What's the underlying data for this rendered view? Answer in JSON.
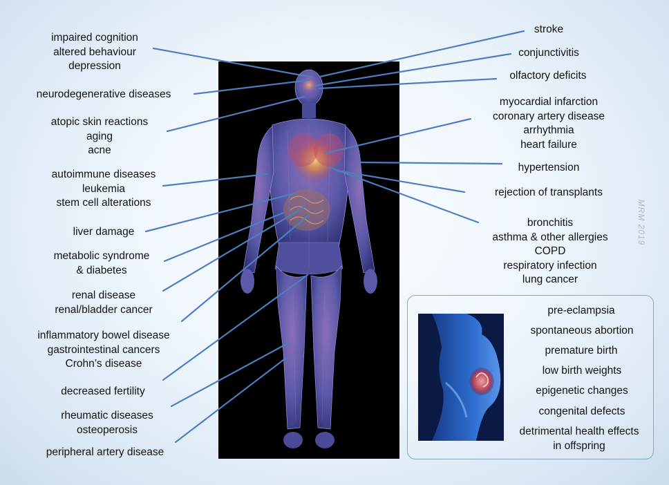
{
  "left_labels": [
    {
      "id": "cognition",
      "lines": [
        "impaired cognition",
        "altered behaviour",
        "depression"
      ]
    },
    {
      "id": "neurodegenerative",
      "lines": [
        "neurodegenerative diseases"
      ]
    },
    {
      "id": "skin",
      "lines": [
        "atopic skin reactions",
        "aging",
        "acne"
      ]
    },
    {
      "id": "autoimmune",
      "lines": [
        "autoimmune diseases",
        "leukemia",
        "stem cell alterations"
      ]
    },
    {
      "id": "liver",
      "lines": [
        "liver damage"
      ]
    },
    {
      "id": "metabolic",
      "lines": [
        "metabolic syndrome",
        "& diabetes"
      ]
    },
    {
      "id": "renal",
      "lines": [
        "renal disease",
        "renal/bladder cancer"
      ]
    },
    {
      "id": "bowel",
      "lines": [
        "inflammatory bowel disease",
        "gastrointestinal cancers",
        "Crohn’s disease"
      ]
    },
    {
      "id": "fertility",
      "lines": [
        "decreased fertility"
      ]
    },
    {
      "id": "rheumatic",
      "lines": [
        "rheumatic diseases",
        "osteoperosis"
      ]
    },
    {
      "id": "peripheral",
      "lines": [
        "peripheral artery disease"
      ]
    }
  ],
  "right_labels": [
    {
      "id": "stroke",
      "lines": [
        "stroke"
      ]
    },
    {
      "id": "conjunctivitis",
      "lines": [
        "conjunctivitis"
      ]
    },
    {
      "id": "olfactory",
      "lines": [
        "olfactory deficits"
      ]
    },
    {
      "id": "cardiac",
      "lines": [
        "myocardial infarction",
        "coronary artery disease",
        "arrhythmia",
        "heart failure"
      ]
    },
    {
      "id": "hypertension",
      "lines": [
        "hypertension"
      ]
    },
    {
      "id": "transplant",
      "lines": [
        "rejection of transplants"
      ]
    },
    {
      "id": "respiratory",
      "lines": [
        "bronchitis",
        "asthma & other allergies",
        "COPD",
        "respiratory infection",
        "lung cancer"
      ]
    }
  ],
  "pregnancy_labels": [
    {
      "id": "eclampsia",
      "lines": [
        "pre-eclampsia"
      ]
    },
    {
      "id": "abortion",
      "lines": [
        "spontaneous abortion"
      ]
    },
    {
      "id": "premature",
      "lines": [
        "premature birth"
      ]
    },
    {
      "id": "birthweight",
      "lines": [
        "low birth weights"
      ]
    },
    {
      "id": "epigenetic",
      "lines": [
        "epigenetic changes"
      ]
    },
    {
      "id": "congenital",
      "lines": [
        "congenital defects"
      ]
    },
    {
      "id": "offspring",
      "lines": [
        "detrimental health effects",
        "in offspring"
      ]
    }
  ],
  "signature": "MRM 2019",
  "colors": {
    "leader_line": "#4d7fc0",
    "panel_bg": "#000000",
    "organ_glow": "#f5a430",
    "body_tone": "#6a6ec8"
  }
}
